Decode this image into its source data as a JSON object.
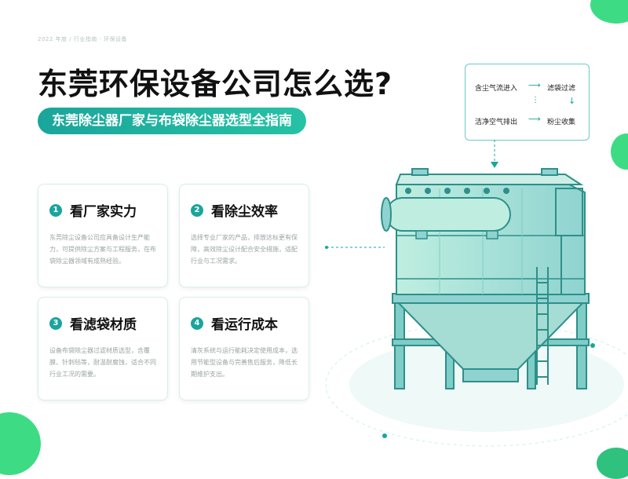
{
  "header": {
    "meta": "2022 年度 / 行业指南 · 环保设备",
    "title": "东莞环保设备公司怎么选?",
    "subtitle": "东莞除尘器厂家与布袋除尘器选型全指南"
  },
  "cards": [
    {
      "num": "1",
      "title": "看厂家实力",
      "desc": "东莞除尘设备公司应具备设计生产能力，可提供除尘方案与工程服务，在布袋除尘器领域有成熟经验。"
    },
    {
      "num": "2",
      "title": "看除尘效率",
      "desc": "选择专业厂家的产品，排放达标更有保障，高效除尘设计配合安全措施，适配行业与工况需求。"
    },
    {
      "num": "3",
      "title": "看滤袋材质",
      "desc": "设备布袋除尘器过滤材质选型，含覆膜、针刺毡等，耐温耐腐蚀，适合不同行业工况的需要。"
    },
    {
      "num": "4",
      "title": "看运行成本",
      "desc": "清灰系统与运行能耗决定使用成本，选用节能型设备与完善售后服务，降低长期维护支出。"
    }
  ],
  "flow": {
    "step1": "含尘气流进入",
    "step2": "滤袋过滤",
    "step3": "洁净空气排出",
    "step4": "粉尘收集"
  },
  "colors": {
    "accent": "#1aa59b",
    "accent_light": "#27c2a4",
    "deco_green": "#3ddc84",
    "machine": "#a5dcd3",
    "machine_dark": "#2e8f8a"
  },
  "icons": {
    "arrow": "right-arrow-icon",
    "dust_collector": "baghouse-dust-collector-illustration"
  }
}
